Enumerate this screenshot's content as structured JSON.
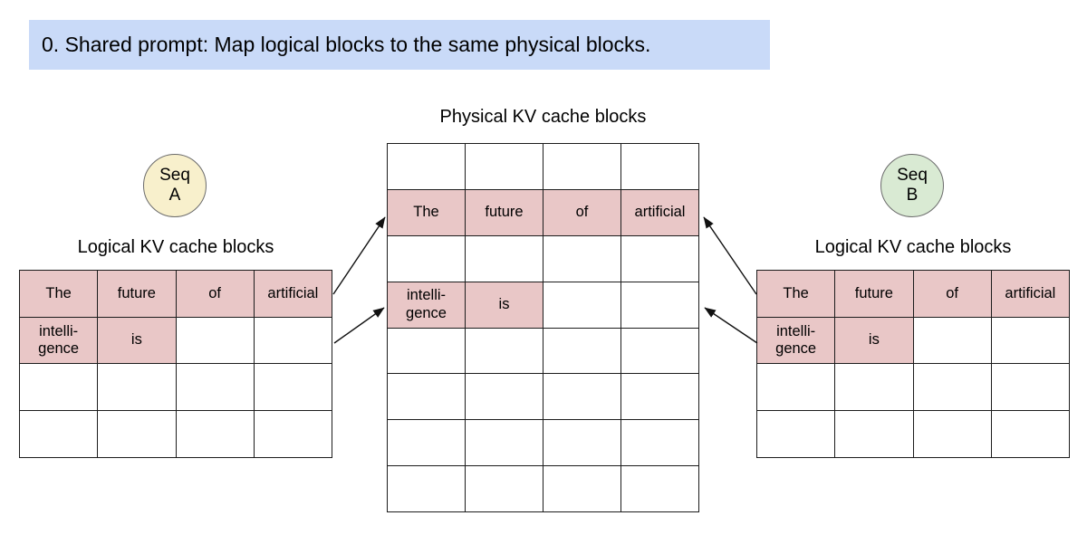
{
  "title": "0. Shared prompt: Map logical blocks to the same physical blocks.",
  "colors": {
    "banner_bg": "#c9daf8",
    "cell_highlight": "#e9c7c7",
    "seq_a_fill": "#f8f0cc",
    "seq_b_fill": "#d9ead3",
    "line": "#1c1c1c"
  },
  "physical": {
    "title": "Physical KV cache blocks",
    "rows": [
      {
        "cells": [
          "",
          "",
          "",
          ""
        ],
        "filled": [
          false,
          false,
          false,
          false
        ]
      },
      {
        "cells": [
          "The",
          "future",
          "of",
          "artificial"
        ],
        "filled": [
          true,
          true,
          true,
          true
        ]
      },
      {
        "cells": [
          "",
          "",
          "",
          ""
        ],
        "filled": [
          false,
          false,
          false,
          false
        ]
      },
      {
        "cells": [
          "intelli-\ngence",
          "is",
          "",
          ""
        ],
        "filled": [
          true,
          true,
          false,
          false
        ]
      },
      {
        "cells": [
          "",
          "",
          "",
          ""
        ],
        "filled": [
          false,
          false,
          false,
          false
        ]
      },
      {
        "cells": [
          "",
          "",
          "",
          ""
        ],
        "filled": [
          false,
          false,
          false,
          false
        ]
      },
      {
        "cells": [
          "",
          "",
          "",
          ""
        ],
        "filled": [
          false,
          false,
          false,
          false
        ]
      },
      {
        "cells": [
          "",
          "",
          "",
          ""
        ],
        "filled": [
          false,
          false,
          false,
          false
        ]
      }
    ]
  },
  "seq_a": {
    "badge": "Seq\nA",
    "table_title": "Logical KV cache blocks",
    "rows": [
      {
        "cells": [
          "The",
          "future",
          "of",
          "artificial"
        ],
        "filled": [
          true,
          true,
          true,
          true
        ]
      },
      {
        "cells": [
          "intelli-\ngence",
          "is",
          "",
          ""
        ],
        "filled": [
          true,
          true,
          false,
          false
        ]
      },
      {
        "cells": [
          "",
          "",
          "",
          ""
        ],
        "filled": [
          false,
          false,
          false,
          false
        ]
      },
      {
        "cells": [
          "",
          "",
          "",
          ""
        ],
        "filled": [
          false,
          false,
          false,
          false
        ]
      }
    ]
  },
  "seq_b": {
    "badge": "Seq\nB",
    "table_title": "Logical KV cache blocks",
    "rows": [
      {
        "cells": [
          "The",
          "future",
          "of",
          "artificial"
        ],
        "filled": [
          true,
          true,
          true,
          true
        ]
      },
      {
        "cells": [
          "intelli-\ngence",
          "is",
          "",
          ""
        ],
        "filled": [
          true,
          true,
          false,
          false
        ]
      },
      {
        "cells": [
          "",
          "",
          "",
          ""
        ],
        "filled": [
          false,
          false,
          false,
          false
        ]
      },
      {
        "cells": [
          "",
          "",
          "",
          ""
        ],
        "filled": [
          false,
          false,
          false,
          false
        ]
      }
    ]
  }
}
